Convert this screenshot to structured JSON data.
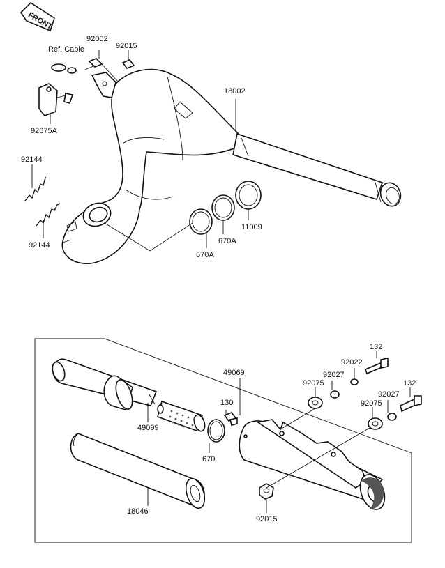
{
  "front_badge": "FRONT",
  "labels": {
    "ref_cable": "Ref. Cable",
    "p92002": "92002",
    "p92015_top": "92015",
    "p92075A": "92075A",
    "p18002": "18002",
    "p92144_a": "92144",
    "p92144_b": "92144",
    "p11009": "11009",
    "p670A_a": "670A",
    "p670A_b": "670A",
    "p49069": "49069",
    "p132_a": "132",
    "p92022": "92022",
    "p92027_a": "92027",
    "p92075_a": "92075",
    "p132_b": "132",
    "p92027_b": "92027",
    "p92075_b": "92075",
    "p130": "130",
    "p49099": "49099",
    "p670": "670",
    "p18046": "18046",
    "p92015_bottom": "92015"
  }
}
